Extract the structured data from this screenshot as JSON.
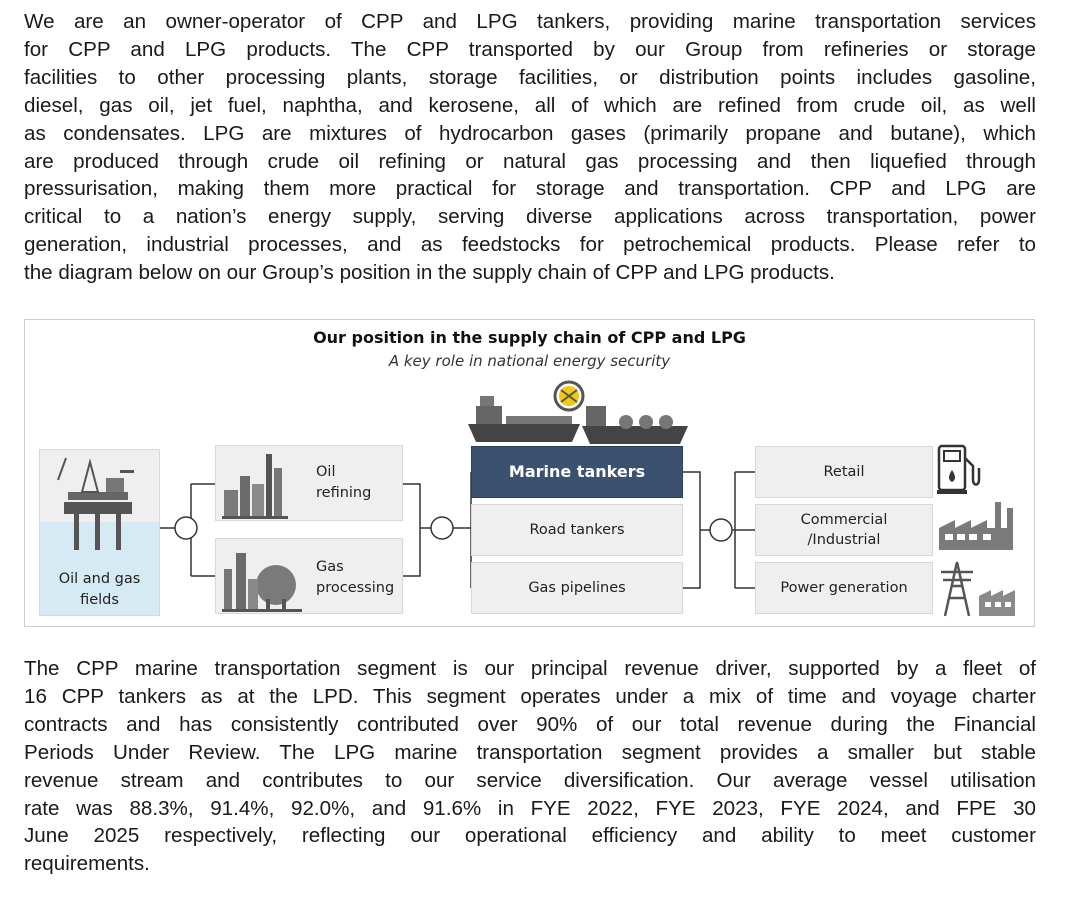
{
  "paragraph_1": {
    "lines": [
      "We are an owner-operator of CPP and LPG tankers, providing marine transportation services",
      "for CPP and LPG products. The CPP transported by our Group from refineries or storage",
      "facilities to other processing plants, storage facilities, or distribution points includes gasoline,",
      "diesel, gas oil, jet fuel, naphtha, and kerosene, all of which are refined from crude oil, as well",
      "as condensates. LPG are mixtures of hydrocarbon gases (primarily propane and butane), which",
      "are produced through crude oil refining or natural gas processing and then liquefied through",
      "pressurisation, making them more practical for storage and transportation. CPP and LPG are",
      "critical to a nation’s energy supply, serving diverse applications across transportation, power",
      "generation, industrial processes, and as feedstocks for petrochemical products. Please refer to",
      "the diagram below on our Group’s position in the supply chain of CPP and LPG products."
    ]
  },
  "diagram": {
    "title": "Our position in the supply chain of CPP and LPG",
    "subtitle": "A key role in national energy security",
    "source": {
      "label_line1": "Oil and gas",
      "label_line2": "fields"
    },
    "processing": [
      {
        "line1": "Oil",
        "line2": "refining"
      },
      {
        "line1": "Gas",
        "line2": "processing"
      }
    ],
    "transport": [
      "Marine tankers",
      "Road tankers",
      "Gas pipelines"
    ],
    "end_use": [
      {
        "line1": "Retail",
        "line2": ""
      },
      {
        "line1": "Commercial",
        "line2": "/Industrial"
      },
      {
        "line1": "Power generation",
        "line2": ""
      }
    ],
    "icons": [
      "offshore-rig-icon",
      "refinery-icon",
      "gas-plant-icon",
      "tanker-ships-icon",
      "fuel-pump-icon",
      "factory-icon",
      "power-pylon-icon"
    ],
    "colors": {
      "highlight": "#3b5170",
      "box": "#efefef",
      "icon": "#6b6b6b",
      "water": "#cfe6f2"
    }
  },
  "paragraph_2": {
    "lines": [
      "The CPP marine transportation segment is our principal revenue driver, supported by a fleet of",
      "16 CPP tankers as at the LPD. This segment operates under a mix of time and voyage charter",
      "contracts and has consistently contributed over 90% of our total revenue during the Financial",
      "Periods Under Review. The LPG marine transportation segment provides a smaller but stable",
      "revenue stream and contributes to our service diversification. Our average vessel utilisation",
      "rate was 88.3%, 91.4%, 92.0%, and 91.6% in FYE 2022, FYE 2023, FYE 2024, and FPE 30",
      "June 2025 respectively, reflecting our operational efficiency and ability to meet customer",
      "requirements."
    ]
  }
}
